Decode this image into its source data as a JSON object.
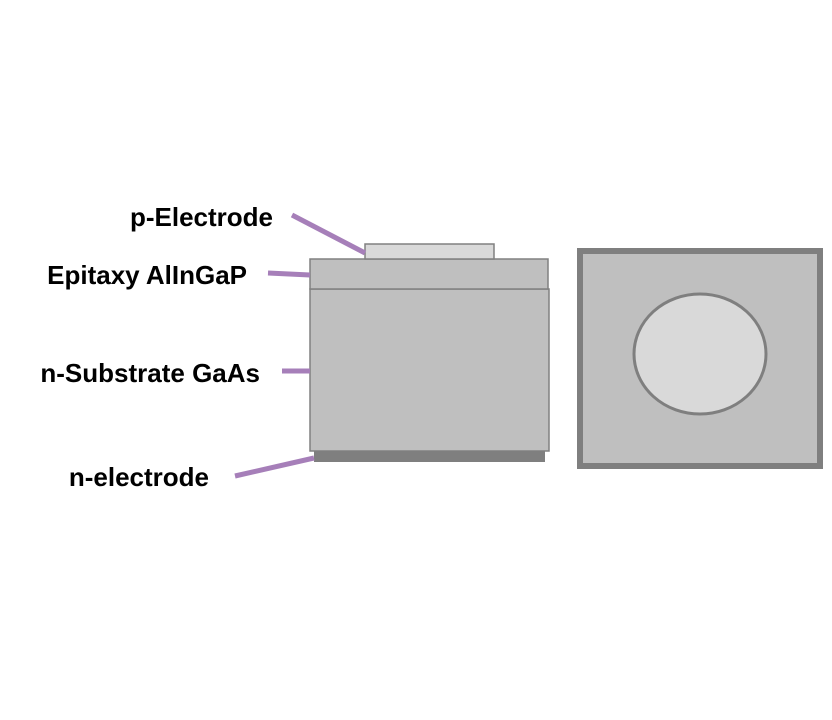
{
  "labels": {
    "p_electrode": "p-Electrode",
    "epitaxy": "Epitaxy AlInGaP",
    "substrate": "n-Substrate GaAs",
    "n_electrode": "n-electrode"
  },
  "colors": {
    "leader": "#a67fb9",
    "layer": "#bfbfbf",
    "electrode_top": "#d9d9d9",
    "electrode_bottom": "#7f7f7f",
    "outline": "#808080"
  }
}
